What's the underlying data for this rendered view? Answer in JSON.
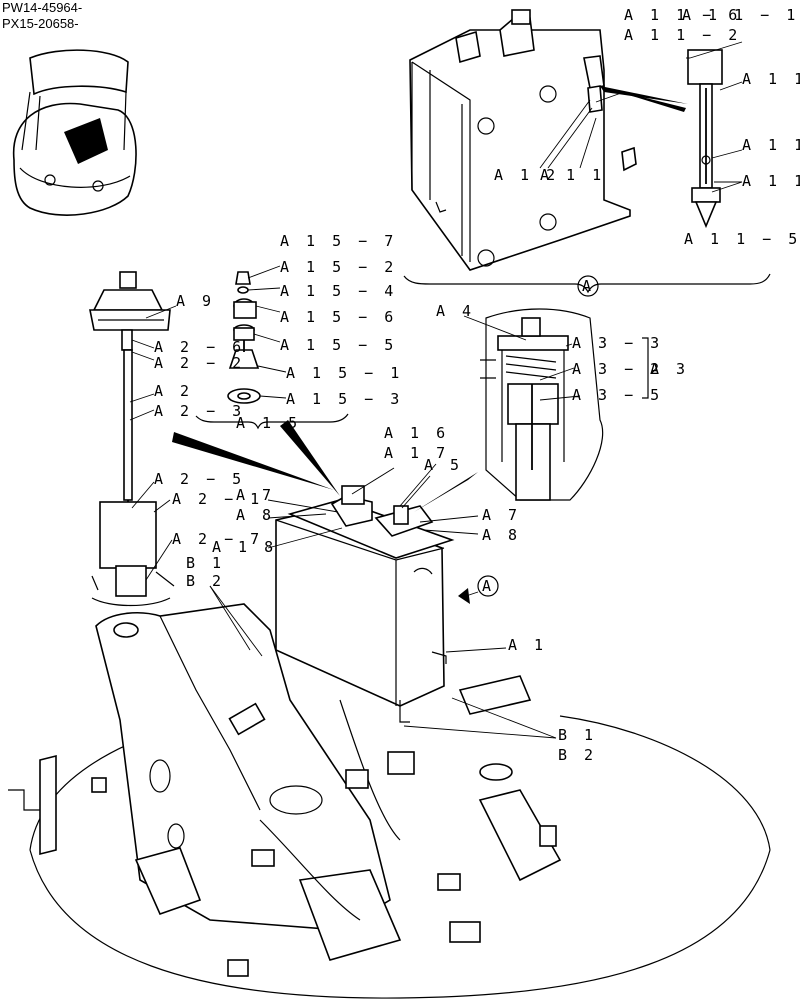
{
  "header": {
    "line1": "PW14-45964-",
    "line2": "PX15-20658-"
  },
  "labels": {
    "A11_6": "A 1 1 − 6",
    "A11_1": "A 1 1 − 1",
    "A11_2": "A 1 1 − 2",
    "A11_a": "A 1 1",
    "A11_b": "A 1 1",
    "A11_c": "A 1 1",
    "A12": "A 1 2",
    "A11_d": "A 1 1",
    "A11_5": "A 1 1 − 5",
    "A_circle": "A",
    "A15_7": "A 1 5 − 7",
    "A15_2": "A 1 5 − 2",
    "A15_4": "A 1 5 − 4",
    "A15_6": "A 1 5 − 6",
    "A15_5": "A 1 5 − 5",
    "A15_1": "A 1 5 − 1",
    "A15_3": "A 1 5 − 3",
    "A15": "A 1 5",
    "A9": "A 9",
    "A2_6": "A 2 − 6",
    "A2_2": "A 2 − 2",
    "A2": "A 2",
    "A2_3": "A 2 − 3",
    "A2_5": "A 2 − 5",
    "A2_1": "A 2 − 1",
    "A2_7": "A 2 − 7",
    "A4": "A 4",
    "A3_3": "A 3 − 3",
    "A3_2": "A 3 − 2",
    "A3": "A 3",
    "A3_5": "A 3 − 5",
    "A16": "A 1 6",
    "A17": "A 1 7",
    "A5": "A 5",
    "A7_l": "A 7",
    "A8_l": "A 8",
    "A18": "A 1 8",
    "A7_r": "A 7",
    "A8_r": "A 8",
    "B1_top": "B 1",
    "B2_top": "B 2",
    "A_circle2": "A",
    "A1": "A 1",
    "B1_bot": "B 1",
    "B2_bot": "B 2"
  }
}
